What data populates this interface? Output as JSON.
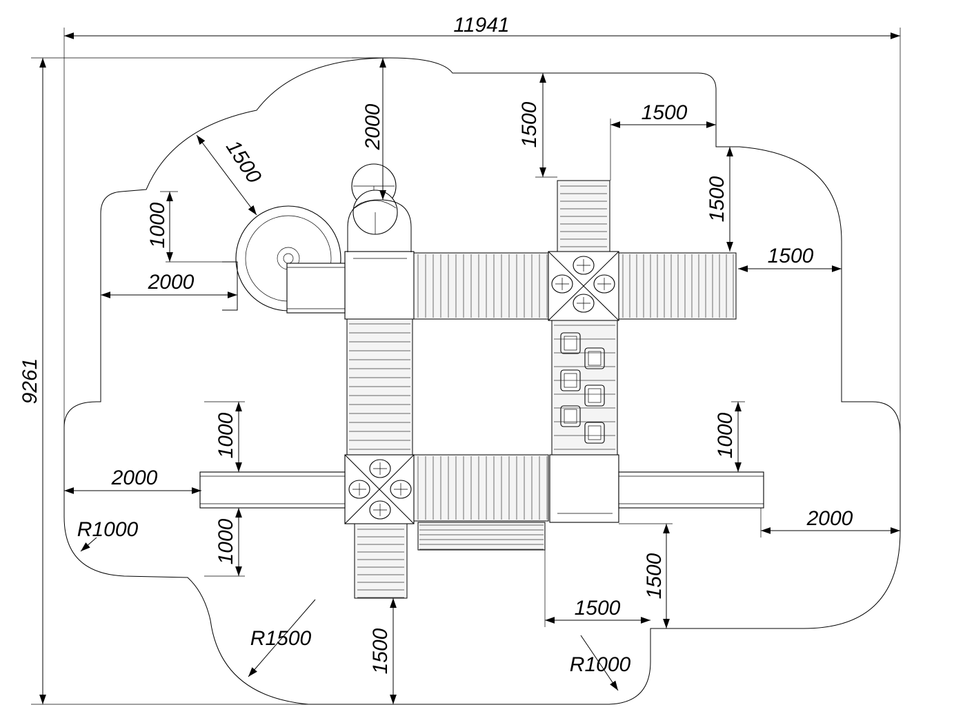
{
  "drawing": {
    "overall_width": "11941",
    "overall_height": "9261"
  },
  "dimensions": [
    {
      "id": "d-2000-slide-top",
      "text": "2000"
    },
    {
      "id": "d-1500-ladder-top",
      "text": "1500"
    },
    {
      "id": "d-1500-top-right-h",
      "text": "1500"
    },
    {
      "id": "d-1500-spiral-diag",
      "text": "1500"
    },
    {
      "id": "d-1500-right-v",
      "text": "1500"
    },
    {
      "id": "d-1000-left-top",
      "text": "1000"
    },
    {
      "id": "d-2000-left-slide",
      "text": "2000"
    },
    {
      "id": "d-1500-right-h",
      "text": "1500"
    },
    {
      "id": "d-1000-left-mid-upper",
      "text": "1000"
    },
    {
      "id": "d-1000-right-mid",
      "text": "1000"
    },
    {
      "id": "d-2000-left-bridge",
      "text": "2000"
    },
    {
      "id": "d-r1000-left",
      "text": "R1000"
    },
    {
      "id": "d-1000-left-mid-lower",
      "text": "1000"
    },
    {
      "id": "d-2000-right-bridge",
      "text": "2000"
    },
    {
      "id": "d-1500-bottom-right-v",
      "text": "1500"
    },
    {
      "id": "d-1500-bottom-h",
      "text": "1500"
    },
    {
      "id": "d-r1500",
      "text": "R1500"
    },
    {
      "id": "d-1500-bottom-v",
      "text": "1500"
    },
    {
      "id": "d-r1000-bottom",
      "text": "R1000"
    }
  ],
  "icons": {
    "leaf": "palm-leaf-icon",
    "wheel": "steering-wheel-icon",
    "panel": "play-panel-icon"
  }
}
